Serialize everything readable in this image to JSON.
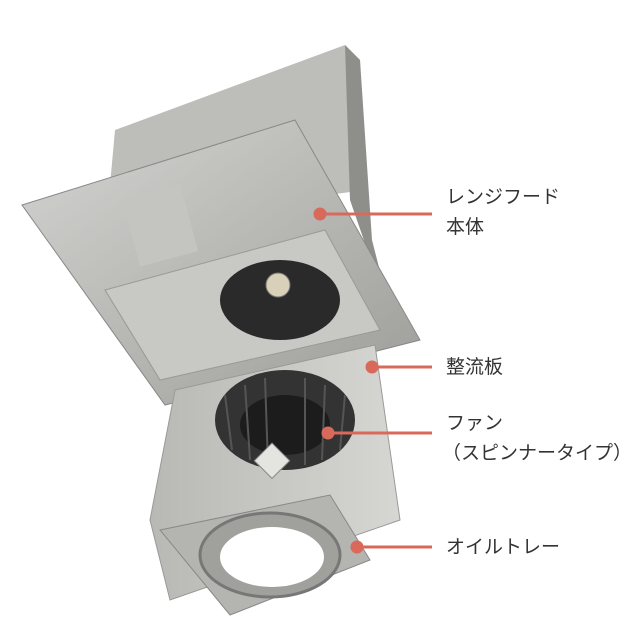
{
  "accent_color": "#d9695a",
  "callouts": [
    {
      "lines": [
        "レンジフード",
        "本体"
      ]
    },
    {
      "lines": [
        "整流板"
      ]
    },
    {
      "lines": [
        "ファン",
        "（スピンナータイプ）"
      ]
    },
    {
      "lines": [
        "オイルトレー"
      ]
    }
  ]
}
